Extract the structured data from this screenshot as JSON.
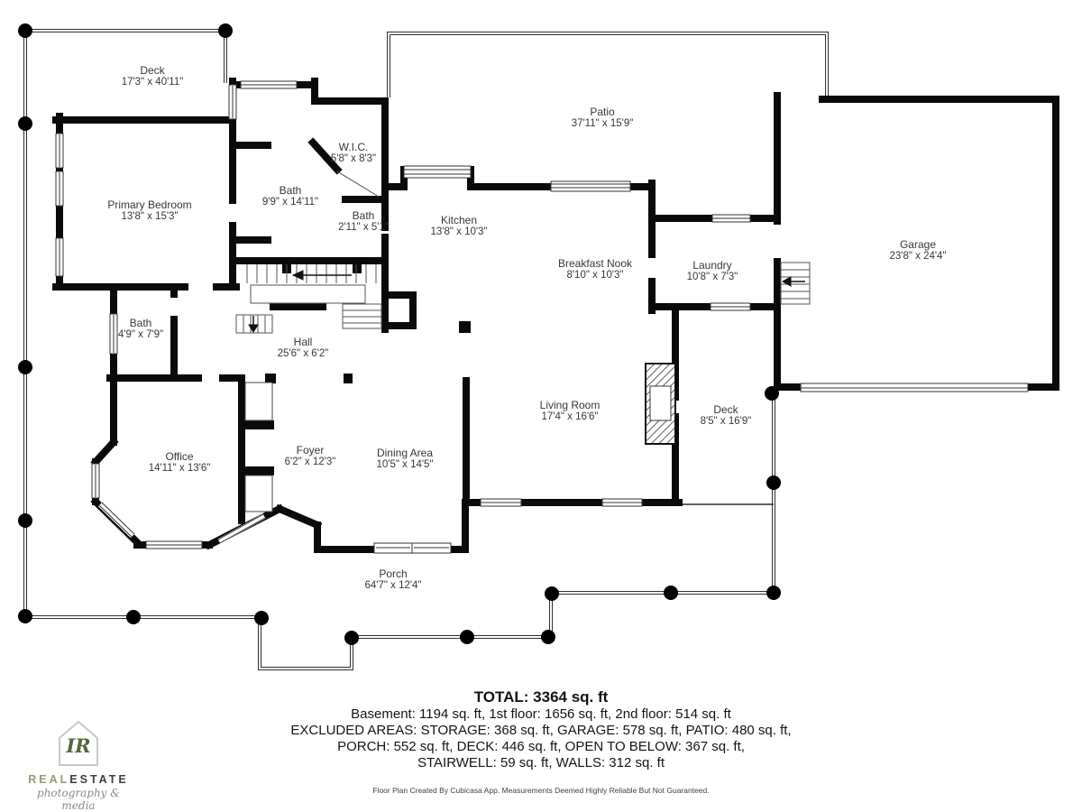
{
  "colors": {
    "wall": "#0a0a0a",
    "thin_line": "#2f2f2f",
    "label_text": "#373737",
    "summary_text": "#141414",
    "logo_green": "#55663d",
    "logo_sage": "#8fa070",
    "logo_gray": "#c8c8c8"
  },
  "rooms": [
    {
      "name": "Deck",
      "dims": "17'3\" x 40'11\""
    },
    {
      "name": "Primary Bedroom",
      "dims": "13'8\" x 15'3\""
    },
    {
      "name": "Bath",
      "dims": "9'9\" x 14'11\""
    },
    {
      "name": "W.I.C.",
      "dims": "5'8\" x 8'3\""
    },
    {
      "name": "Bath",
      "dims": "2'11\" x 5'1\""
    },
    {
      "name": "Kitchen",
      "dims": "13'8\" x 10'3\""
    },
    {
      "name": "Patio",
      "dims": "37'11\" x 15'9\""
    },
    {
      "name": "Breakfast Nook",
      "dims": "8'10\" x 10'3\""
    },
    {
      "name": "Laundry",
      "dims": "10'8\" x 7'3\""
    },
    {
      "name": "Garage",
      "dims": "23'8\" x 24'4\""
    },
    {
      "name": "Bath",
      "dims": "4'9\" x 7'9\""
    },
    {
      "name": "Hall",
      "dims": "25'6\" x 6'2\""
    },
    {
      "name": "Office",
      "dims": "14'11\" x 13'6\""
    },
    {
      "name": "Foyer",
      "dims": "6'2\" x 12'3\""
    },
    {
      "name": "Dining Area",
      "dims": "10'5\" x 14'5\""
    },
    {
      "name": "Living Room",
      "dims": "17'4\" x 16'6\""
    },
    {
      "name": "Deck",
      "dims": "8'5\" x 16'9\""
    },
    {
      "name": "Porch",
      "dims": "64'7\" x 12'4\""
    }
  ],
  "summary": {
    "total": "TOTAL: 3364 sq. ft",
    "line1": "Basement: 1194 sq. ft, 1st floor: 1656 sq. ft, 2nd floor: 514 sq. ft",
    "line2": "EXCLUDED AREAS: STORAGE: 368 sq. ft, GARAGE: 578 sq. ft, PATIO: 480 sq. ft,",
    "line3": "PORCH: 552 sq. ft, DECK: 446 sq. ft, OPEN TO BELOW: 367 sq. ft,",
    "line4": "STAIRWELL: 59 sq. ft, WALLS: 312 sq. ft"
  },
  "footer": "Floor Plan Created By Cubicasa App. Measurements Deemed Highly Reliable But Not Guaranteed.",
  "logo": {
    "monogram": "IR",
    "brand_left": "REAL",
    "brand_right": "ESTATE",
    "tagline": "photography & media"
  }
}
